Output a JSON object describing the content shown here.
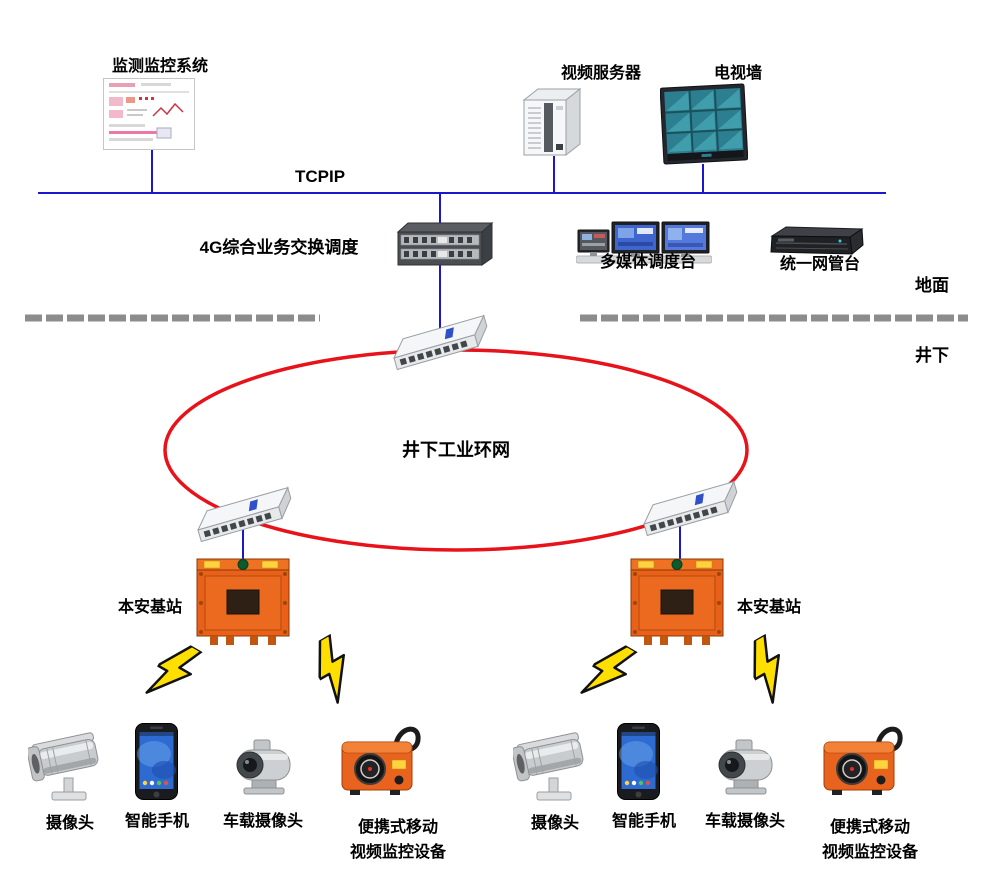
{
  "diagram": {
    "labels": {
      "monitoring_system": "监测监控系统",
      "video_server": "视频服务器",
      "tv_wall": "电视墙",
      "tcpip": "TCPIP",
      "dispatch_4g": "4G综合业务交换调度",
      "multimedia_console": "多媒体调度台",
      "network_console": "统一网管台",
      "surface": "地面",
      "underground": "井下",
      "ring_network": "井下工业环网",
      "base_station_left": "本安基站",
      "base_station_right": "本安基站"
    },
    "device_groups": [
      {
        "camera": "摄像头",
        "smartphone": "智能手机",
        "vehicle_camera": "车载摄像头",
        "portable_line1": "便携式移动",
        "portable_line2": "视频监控设备"
      },
      {
        "camera": "摄像头",
        "smartphone": "智能手机",
        "vehicle_camera": "车载摄像头",
        "portable_line1": "便携式移动",
        "portable_line2": "视频监控设备"
      }
    ],
    "colors": {
      "connection_line": "#1c16cf",
      "ring": "#e8131a",
      "divider": "#8c8c8c",
      "lightning": "#ffdf00",
      "base_station": "#e96118"
    }
  }
}
